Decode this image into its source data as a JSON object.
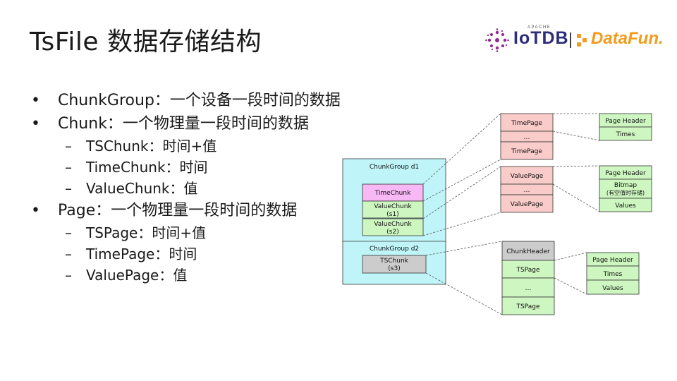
{
  "title": "TsFile 数据存储结构",
  "logos": {
    "iotdb_apache": "APACHE",
    "iotdb": "IoTDB",
    "datafun": "DataFun."
  },
  "bullets": [
    {
      "level": 1,
      "text": "ChunkGroup：一个设备一段时间的数据"
    },
    {
      "level": 1,
      "text": "Chunk：一个物理量一段时间的数据"
    },
    {
      "level": 2,
      "text": "TSChunk：时间+值"
    },
    {
      "level": 2,
      "text": "TimeChunk：时间"
    },
    {
      "level": 2,
      "text": "ValueChunk：值"
    },
    {
      "level": 1,
      "text": "Page：一个物理量一段时间的数据"
    },
    {
      "level": 2,
      "text": "TSPage：时间+值"
    },
    {
      "level": 2,
      "text": "TimePage：时间"
    },
    {
      "level": 2,
      "text": "ValuePage：值"
    }
  ],
  "bullet_marks": {
    "level1": "•",
    "level2": "–"
  },
  "diagram": {
    "colors": {
      "cyan": "#bff5f8",
      "pink": "#f7b8f4",
      "green": "#cdf6c0",
      "red": "#f9cbc9",
      "gray": "#cccccc",
      "stroke": "#333333"
    },
    "chunk_group_d1": {
      "label": "ChunkGroup d1",
      "time_chunk": "TimeChunk",
      "value_chunk_s1": [
        "ValueChunk",
        "(s1)"
      ],
      "value_chunk_s2": [
        "ValueChunk",
        "(s2)"
      ]
    },
    "chunk_group_d2": {
      "label": "ChunkGroup d2",
      "ts_chunk_s3": [
        "TSChunk",
        "(s3)"
      ]
    },
    "time_pages": [
      "TimePage",
      "…",
      "TimePage"
    ],
    "value_pages": [
      "ValuePage",
      "…",
      "ValuePage"
    ],
    "ts_chunk": [
      "ChunkHeader",
      "TSPage",
      "…",
      "TSPage"
    ],
    "time_page_detail": [
      "Page Header",
      "Times"
    ],
    "value_page_detail": [
      "Page Header",
      [
        "Bitmap",
        "(有空值时存储)"
      ],
      "Values"
    ],
    "ts_page_detail": [
      "Page Header",
      "Times",
      "Values"
    ]
  }
}
